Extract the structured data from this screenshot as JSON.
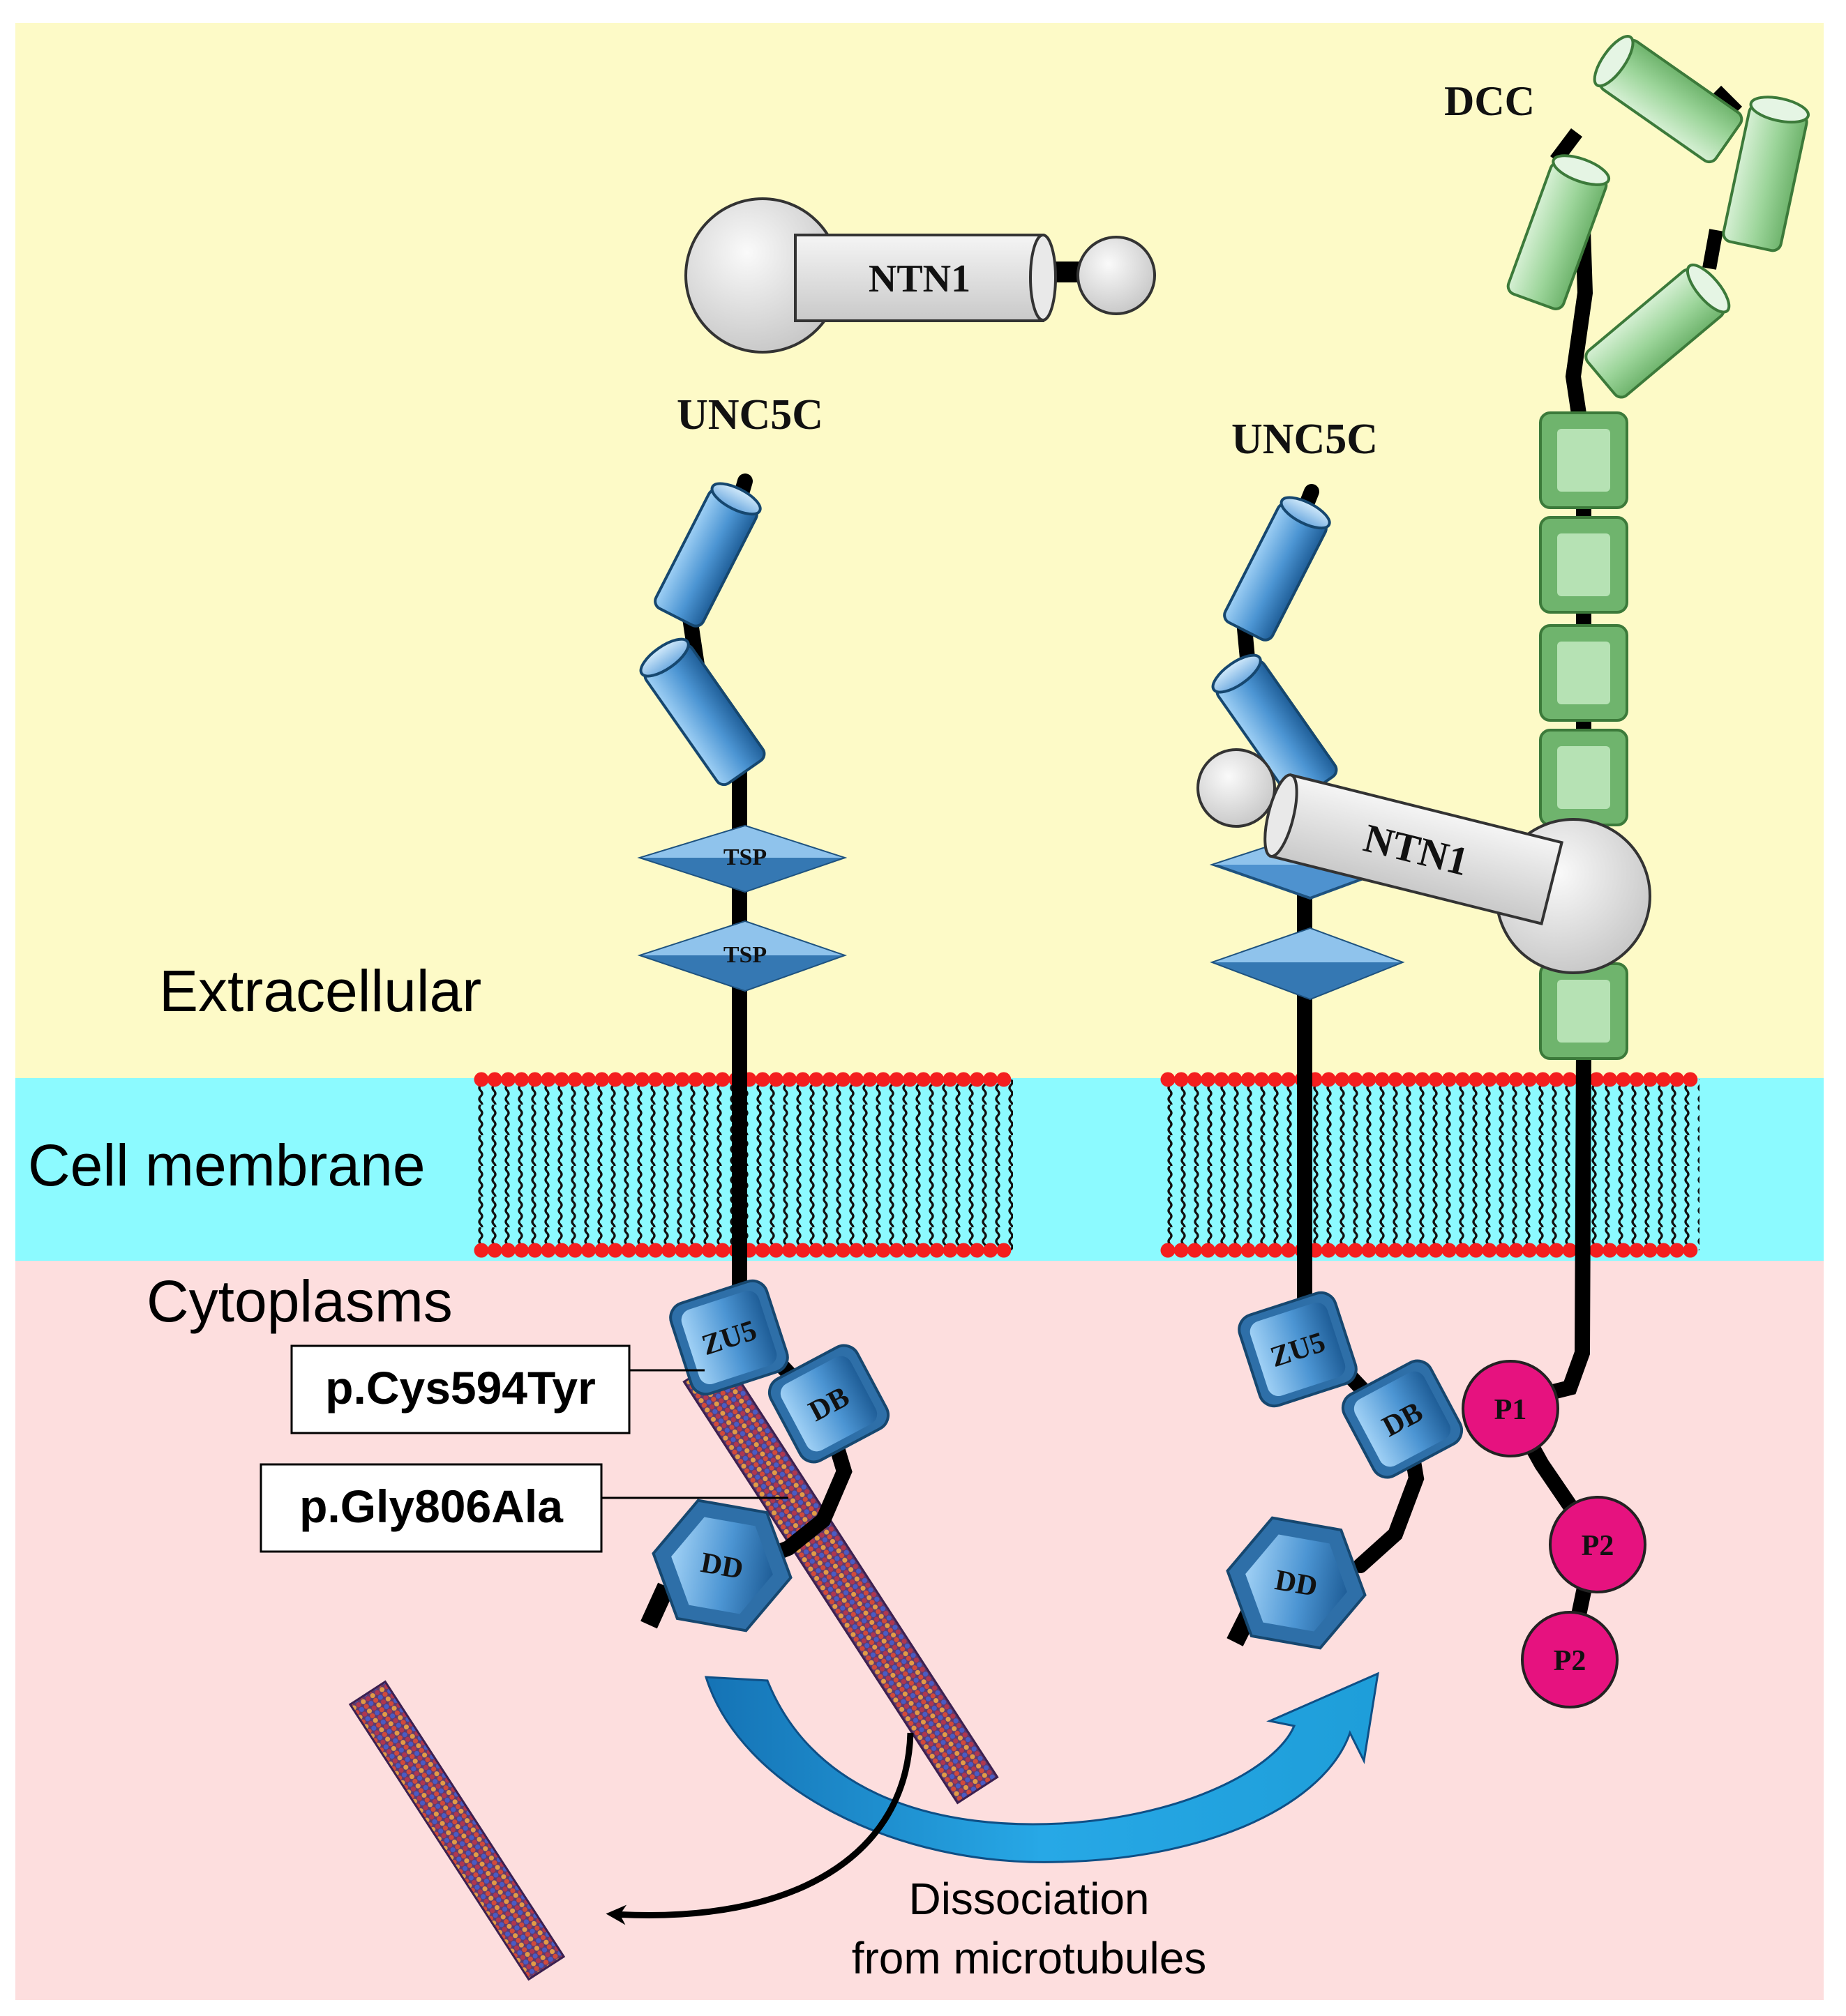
{
  "regions": {
    "extracellular": "Extracellular",
    "membrane": "Cell membrane",
    "cytoplasm": "Cytoplasms"
  },
  "proteins": {
    "ntn1_free": "NTN1",
    "ntn1_bound": "NTN1",
    "unc5c_left": "UNC5C",
    "unc5c_right": "UNC5C",
    "dcc": "DCC"
  },
  "domains": {
    "tsp1": "TSP",
    "tsp2": "TSP",
    "zu5_left": "ZU5",
    "db_left": "DB",
    "dd_left": "DD",
    "zu5_right": "ZU5",
    "db_right": "DB",
    "dd_right": "DD",
    "p1": "P1",
    "p2a": "P2",
    "p2b": "P2"
  },
  "variants": {
    "v1": "p.Cys594Tyr",
    "v2": "p.Gly806Ala"
  },
  "arrow_label": {
    "line1": "Dissociation",
    "line2": "from microtubules"
  },
  "colors": {
    "extracellular_bg": "#FDFAC7",
    "membrane_bg": "#8CFAFF",
    "cytoplasm_bg": "#FDDEDE",
    "unc5c_blue": "#3E8ACB",
    "dcc_green": "#9CD59A",
    "ntn1_gray": "#E6E6E6",
    "phospho_pink": "#E6127F",
    "lipid_head_red": "#F41E1E",
    "arrow_blue": "#1EA0DC"
  }
}
